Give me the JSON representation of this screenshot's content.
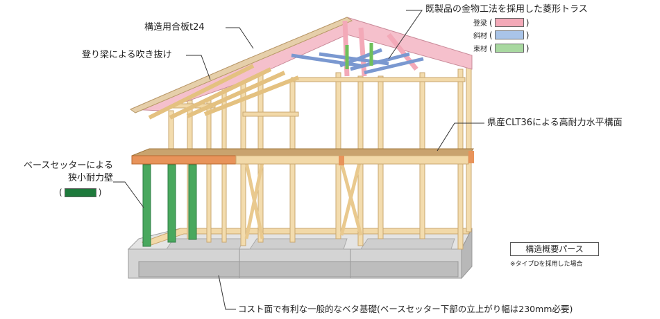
{
  "labels": {
    "plywood": "構造用合板t24",
    "rafter": "登り梁による吹き抜け",
    "truss": "既製品の金物工法を採用した菱形トラス",
    "clt": "県産CLT36による高耐力水平構面",
    "wall_line1": "ベースセッターによる",
    "wall_line2": "狭小耐力壁",
    "foundation": "コスト面で有利な一般的なベタ基礎(ベースセッター下部の立上がり幅は230mm必要)"
  },
  "legend": [
    {
      "label": "登梁",
      "color": "#f3a9b8"
    },
    {
      "label": "斜材",
      "color": "#a9c4e8"
    },
    {
      "label": "束材",
      "color": "#a8d8a0"
    }
  ],
  "wall_legend": {
    "color": "#1e7a3c"
  },
  "box": {
    "title": "構造概要パース",
    "note": "※タイプDを採用した場合"
  },
  "colors": {
    "timber": "#f2d9a8",
    "timber_edge": "#c9a770",
    "roof_pink": "#f5b5c6",
    "clt_orange": "#e8935a",
    "foundation": "#c8c8c8",
    "brace_blue": "#6f8fc8",
    "post_green": "#6fbf5a",
    "wall_green": "#3f9c5a"
  }
}
